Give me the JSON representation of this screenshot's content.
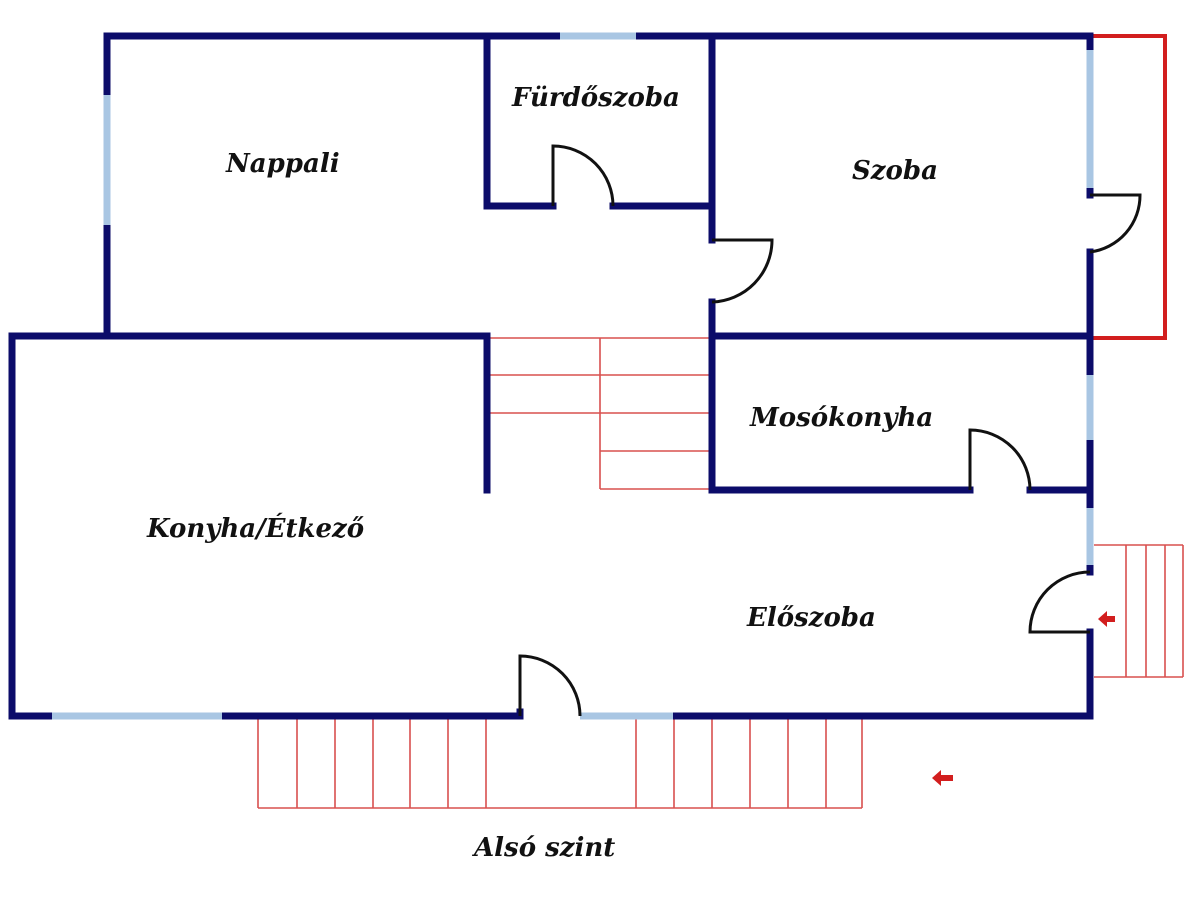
{
  "title": "Alsó szint",
  "rooms": {
    "nappali": "Nappali",
    "furdoszoba": "Fürdőszoba",
    "szoba": "Szoba",
    "mosokonyha": "Mosókonyha",
    "konyha": "Konyha/Étkező",
    "eloszoba": "Előszoba"
  },
  "colors": {
    "wall": "#0c0c6a",
    "window": "#a9c6e3",
    "stairs": "#d9504f",
    "arrow": "#d21e1e"
  }
}
